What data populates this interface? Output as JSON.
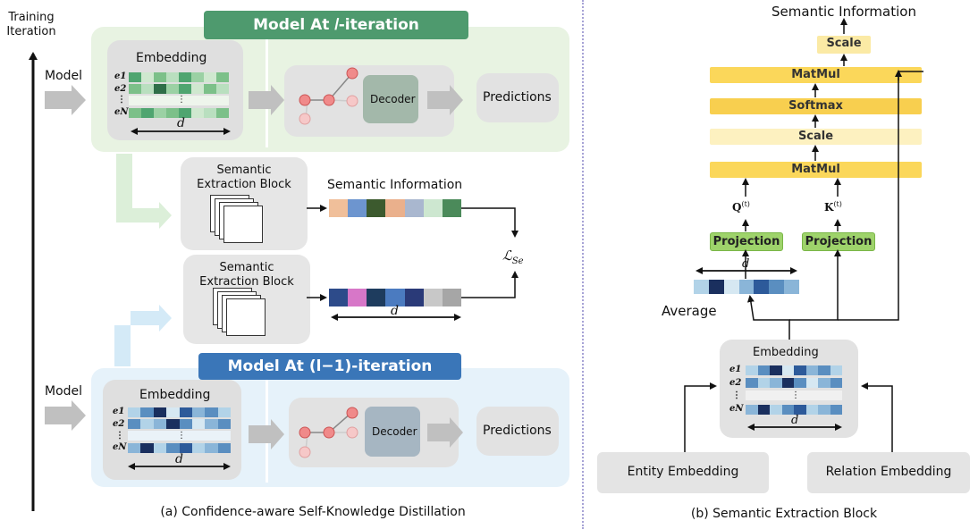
{
  "left": {
    "axis_label_line1": "Training",
    "axis_label_line2": "Iteration",
    "top_banner": "Model At 𝑙-iteration",
    "bottom_banner": "Model At (l−1)-iteration",
    "model_label": "Model",
    "embedding_label": "Embedding",
    "decoder_label": "Decoder",
    "predictions_label": "Predictions",
    "d_label": "d",
    "seb_line1": "Semantic",
    "seb_line2": "Extraction Block",
    "semantic_info": "Semantic Information",
    "loss_label": "ℒ",
    "loss_sub": "Se",
    "rows": [
      "e1",
      "e2",
      "⋮",
      "eN"
    ],
    "caption": "(a) Confidence-aware Self-Knowledge Distillation",
    "colors": {
      "green_banner": "#4e9a6e",
      "blue_banner": "#3a76b8",
      "green_bg": "#e8f3e2",
      "blue_bg": "#e6f2fa"
    }
  },
  "right": {
    "title": "Semantic Information",
    "scale_top": "Scale",
    "matmul_top": "MatMul",
    "softmax": "Softmax",
    "scale_mid": "Scale",
    "matmul_bottom": "MatMul",
    "q_label": "Q",
    "k_label": "K",
    "sup_t": "(t)",
    "projection_left": "Projection",
    "projection_right": "Projection",
    "d_label": "d",
    "average": "Average",
    "embedding_label": "Embedding",
    "entity_embedding": "Entity Embedding",
    "relation_embedding": "Relation Embedding",
    "caption": "(b) Semantic Extraction Block"
  }
}
